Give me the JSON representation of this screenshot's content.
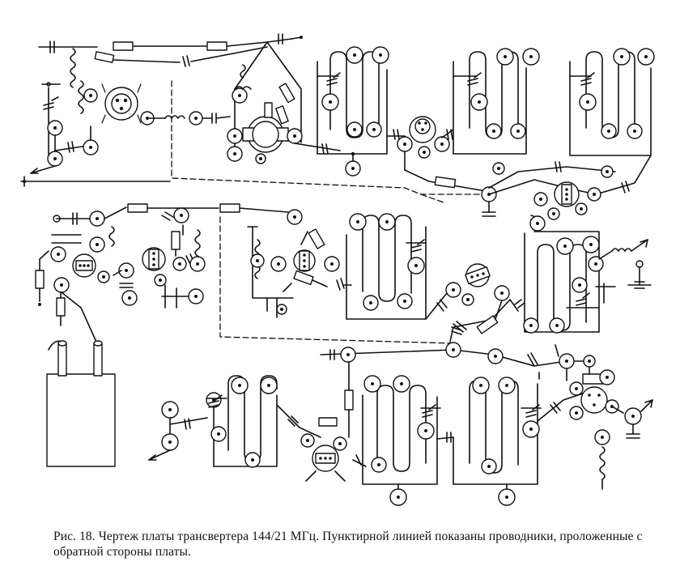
{
  "figure": {
    "caption": "Рис. 18. Чертеж платы трансвертера 144/21 МГц. Пунктирной линией показаны проводники, проложенные с обратной стороны платы."
  },
  "colors": {
    "ink": "#111111",
    "paper": "#ffffff"
  },
  "drawing": {
    "legend_meaning": {
      "solid_line": "printed conductor",
      "dashed_line": "conductor on back side of board",
      "ring_with_dot": "solder pad"
    }
  }
}
